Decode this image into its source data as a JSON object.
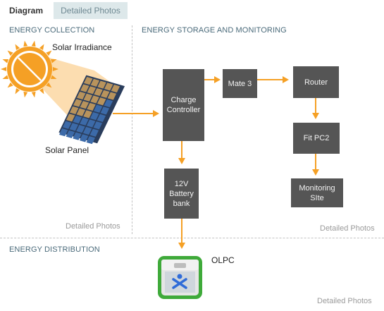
{
  "tabs": {
    "diagram": "Diagram",
    "photos": "Detailed Photos"
  },
  "sections": {
    "collection": "ENERGY COLLECTION",
    "storage": "ENERGY STORAGE AND MONITORING",
    "distribution": "ENERGY DISTRIBUTION"
  },
  "photos_link": "Detailed Photos",
  "labels": {
    "solar_irradiance": "Solar Irradiance",
    "solar_panel": "Solar Panel",
    "olpc": "OLPC"
  },
  "nodes": {
    "charge_controller": [
      "Charge",
      "Controller"
    ],
    "mate3": "Mate 3",
    "router": "Router",
    "fitpc2": "Fit PC2",
    "battery": [
      "12V",
      "Battery",
      "bank"
    ],
    "monitoring": [
      "Monitoring",
      "SIte"
    ]
  },
  "colors": {
    "arrow": "#f5a025",
    "box": "#555555",
    "sun": "#f5a025",
    "panel_cell_blue": "#3c6aa8",
    "panel_cell_gold": "#b8935c",
    "laptop_green": "#3faa3a"
  }
}
